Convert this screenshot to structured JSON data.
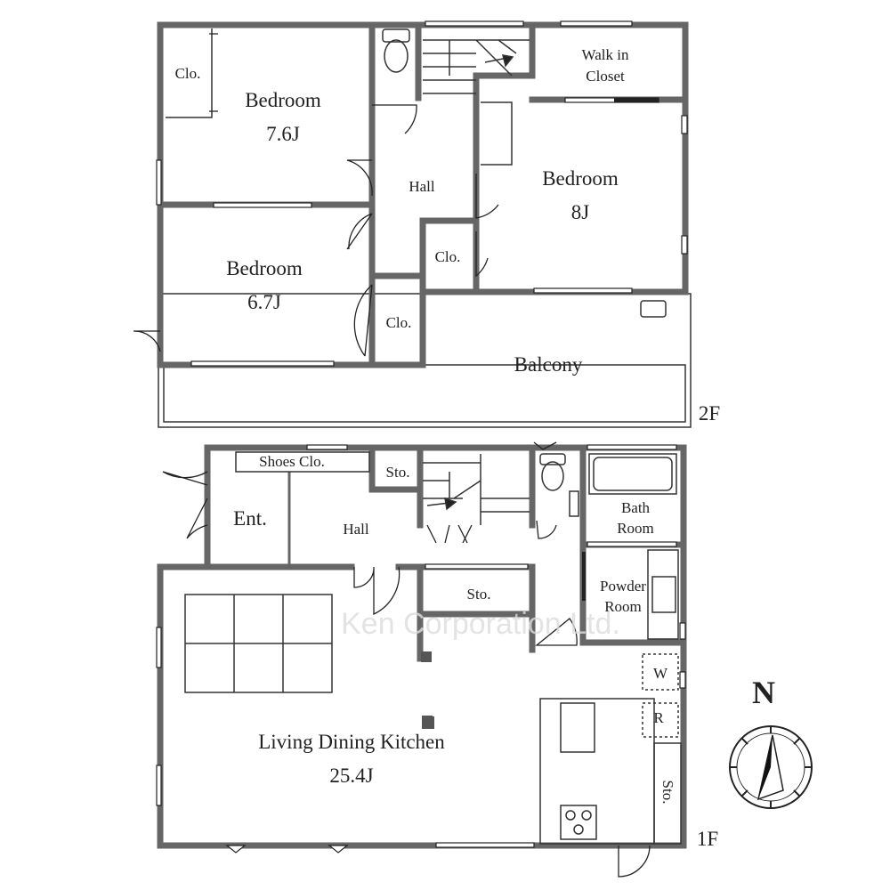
{
  "floor2": {
    "label": "2F",
    "rooms": {
      "closet_nw": "Clo.",
      "bedroom1_name": "Bedroom",
      "bedroom1_size": "7.6J",
      "walk_in_line1": "Walk in",
      "walk_in_line2": "Closet",
      "hall": "Hall",
      "bedroom2_name": "Bedroom",
      "bedroom2_size": "8J",
      "bedroom3_name": "Bedroom",
      "bedroom3_size": "6.7J",
      "closet_mid": "Clo.",
      "closet_low": "Clo.",
      "balcony": "Balcony"
    }
  },
  "floor1": {
    "label": "1F",
    "rooms": {
      "shoes_closet": "Shoes Clo.",
      "storage_small": "Sto.",
      "entrance": "Ent.",
      "hall": "Hall",
      "bath_line1": "Bath",
      "bath_line2": "Room",
      "storage_mid": "Sto.",
      "powder_line1": "Powder",
      "powder_line2": "Room",
      "washer": "W",
      "fridge": "R",
      "ldk_name": "Living Dining Kitchen",
      "ldk_size": "25.4J",
      "storage_kitchen": "Sto."
    }
  },
  "compass": {
    "north_label": "N"
  },
  "watermark": "Ken Corporation Ltd."
}
